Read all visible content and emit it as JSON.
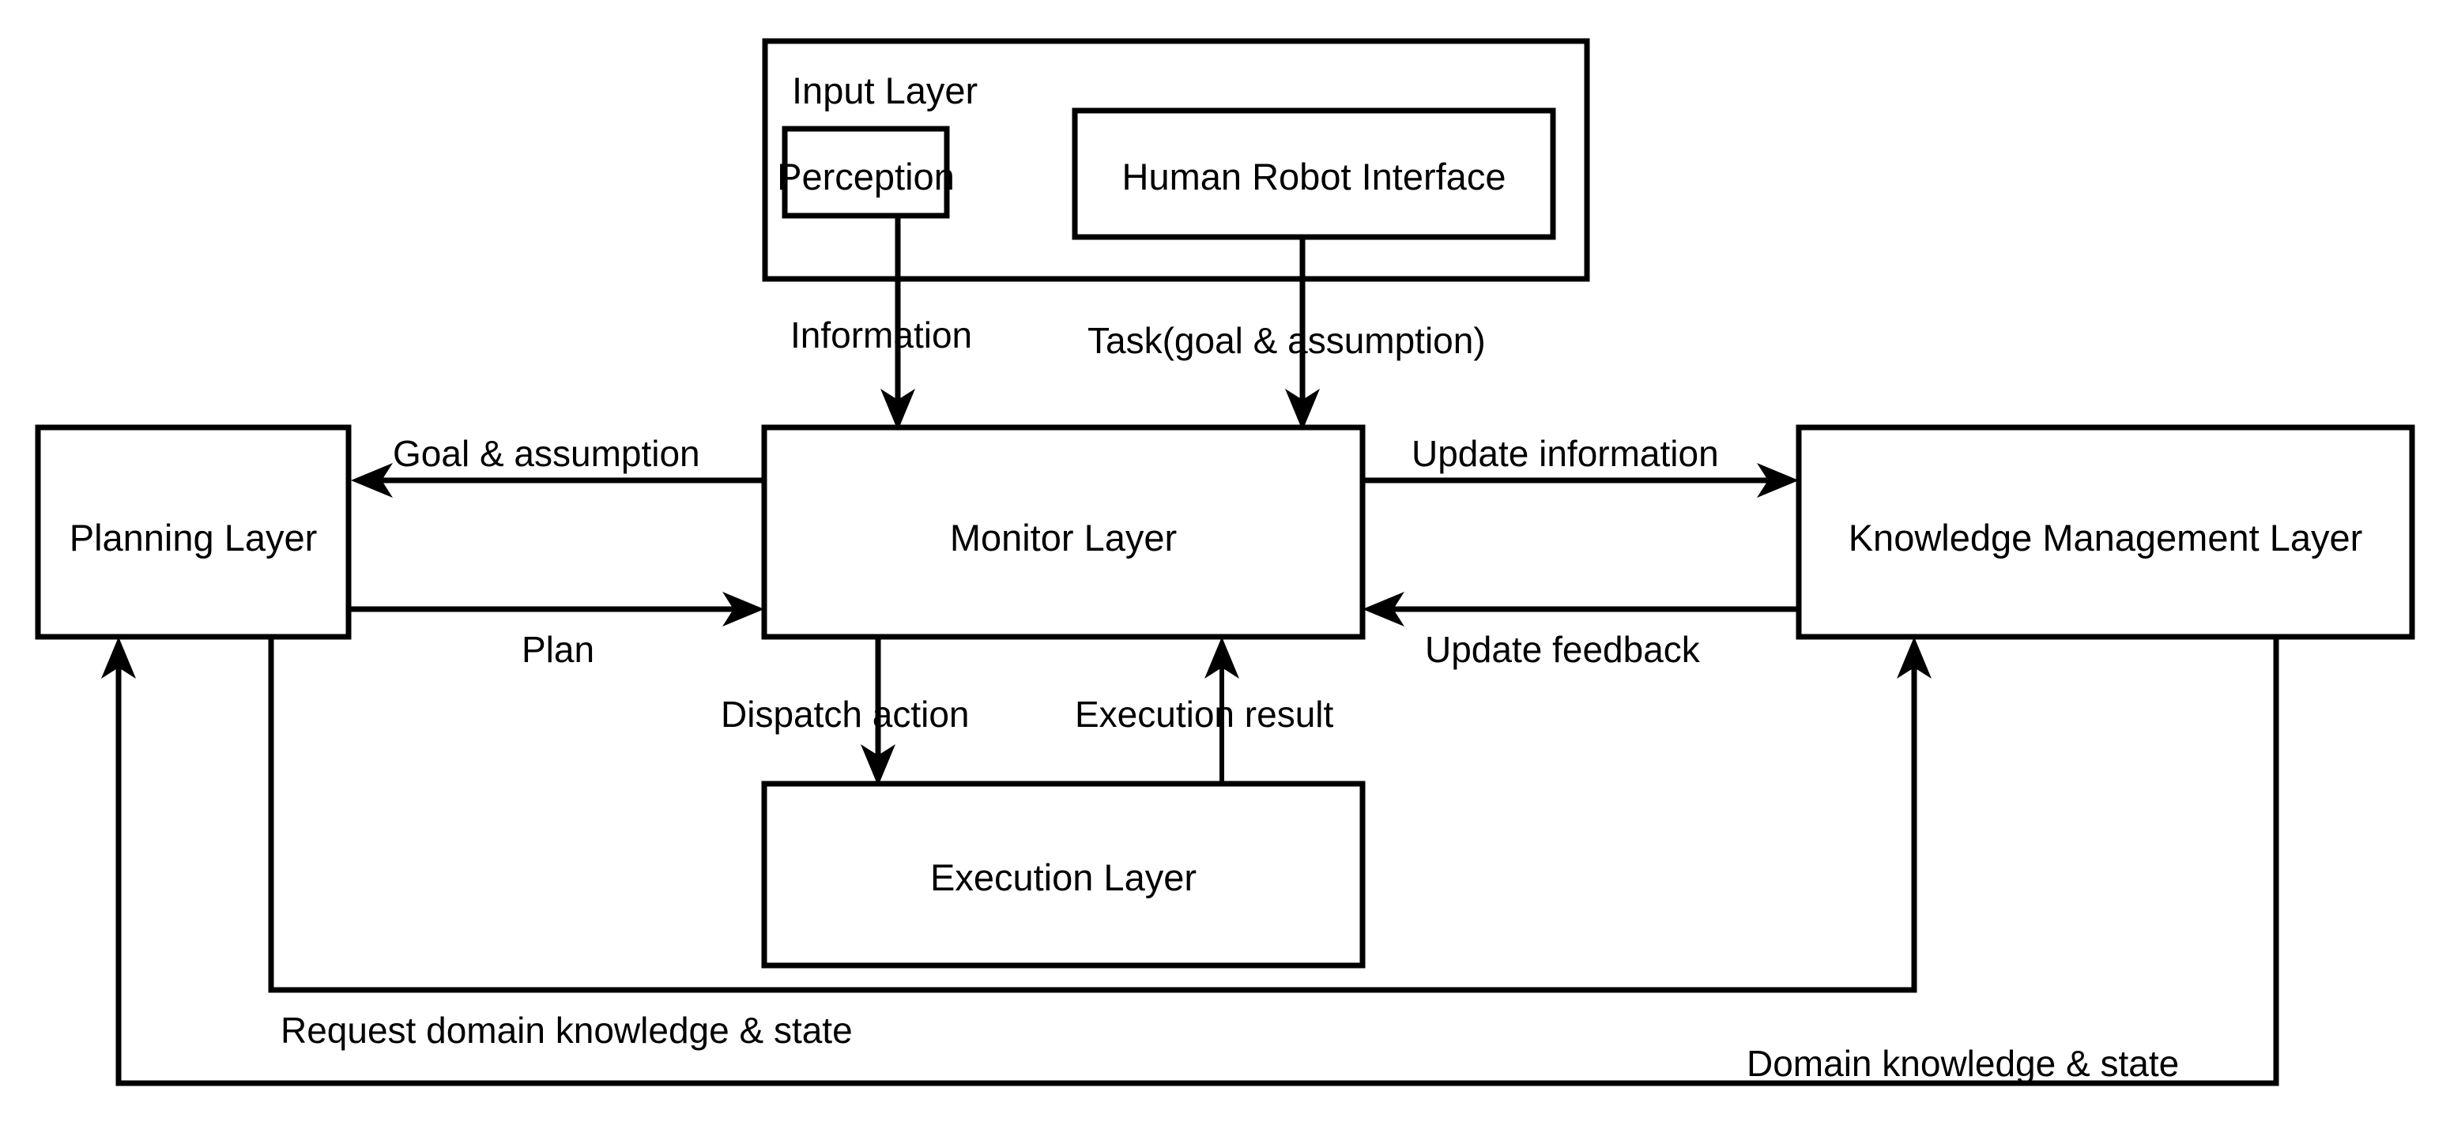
{
  "diagram": {
    "title": "Layered robot control architecture",
    "background_color": "#ffffff",
    "line_color": "#000000",
    "nodes": {
      "input_layer": {
        "label": "Input Layer"
      },
      "perception": {
        "label": "Perception"
      },
      "human_robot_interface": {
        "label": "Human Robot Interface"
      },
      "planning_layer": {
        "label": "Planning Layer"
      },
      "monitor_layer": {
        "label": "Monitor Layer"
      },
      "knowledge_management_layer": {
        "label": "Knowledge Management Layer"
      },
      "execution_layer": {
        "label": "Execution Layer"
      }
    },
    "edges": {
      "information": {
        "label": "Information",
        "from": "perception",
        "to": "monitor_layer"
      },
      "task": {
        "label": "Task(goal & assumption)",
        "from": "human_robot_interface",
        "to": "monitor_layer"
      },
      "goal_assumption": {
        "label": "Goal & assumption",
        "from": "monitor_layer",
        "to": "planning_layer"
      },
      "plan": {
        "label": "Plan",
        "from": "planning_layer",
        "to": "monitor_layer"
      },
      "update_information": {
        "label": "Update information",
        "from": "monitor_layer",
        "to": "knowledge_management_layer"
      },
      "update_feedback": {
        "label": "Update feedback",
        "from": "knowledge_management_layer",
        "to": "monitor_layer"
      },
      "dispatch_action": {
        "label": "Dispatch action",
        "from": "monitor_layer",
        "to": "execution_layer"
      },
      "execution_result": {
        "label": "Execution result",
        "from": "execution_layer",
        "to": "monitor_layer"
      },
      "request_domain_knowledge": {
        "label": "Request domain knowledge & state",
        "from": "planning_layer",
        "to": "knowledge_management_layer"
      },
      "domain_knowledge": {
        "label": "Domain knowledge & state",
        "from": "knowledge_management_layer",
        "to": "planning_layer"
      }
    }
  }
}
